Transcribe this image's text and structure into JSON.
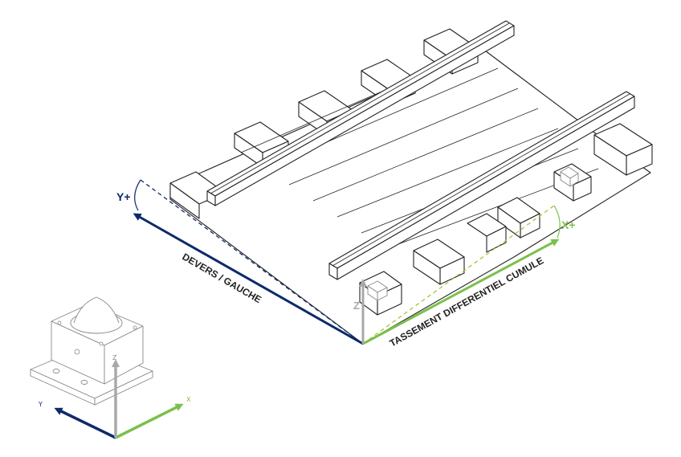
{
  "labels": {
    "y_plus": "Y+",
    "x_plus": "X+",
    "z": "Z",
    "devers_gauche": "DEVERS / GAUCHE",
    "tassement": "TASSEMENT DIFFERENTIEL CUMULE",
    "small_y": "Y",
    "small_x": "X",
    "small_z": "Z"
  },
  "colors": {
    "y_axis": "#0d2a6b",
    "x_axis": "#7cc04b",
    "x_dashed": "#a8c43a",
    "z_axis": "#a8a8a8",
    "outline": "#222222"
  }
}
